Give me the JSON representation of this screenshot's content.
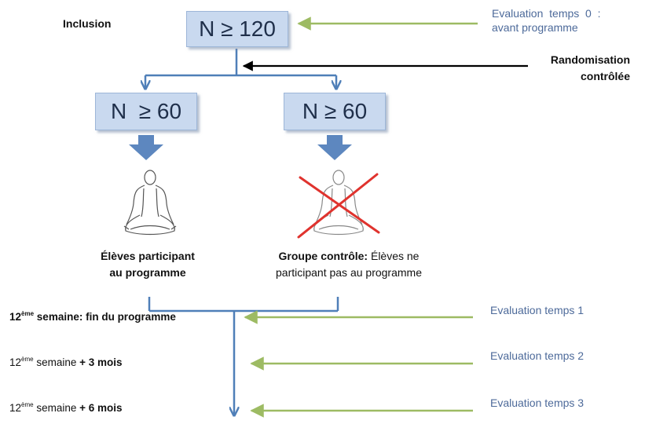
{
  "left_label": "Inclusion",
  "boxes": {
    "top": "N ≥ 120",
    "left": "N  ≥ 60",
    "right": "N ≥ 60"
  },
  "randomisation": {
    "line1": "Randomisation",
    "line2": "contrôlée"
  },
  "eval0": {
    "line1": "Evaluation  temps  0  :",
    "line2": "avant programme"
  },
  "group_left": {
    "line1": "Élèves participant",
    "line2": "au programme"
  },
  "group_right": {
    "bold": "Groupe contrôle:",
    "line1_rest": " Élèves ne",
    "line2": "participant pas au programme"
  },
  "timeline": [
    {
      "num": "12",
      "sup": "ème",
      "text": " semaine: fin du programme",
      "bold_all": true,
      "eval": "Evaluation temps 1"
    },
    {
      "num": "12",
      "sup": "ème",
      "text": " semaine",
      "bold_part": " + 3 mois",
      "eval": "Evaluation temps 2"
    },
    {
      "num": "12",
      "sup": "ème",
      "text": " semaine",
      "bold_part": " + 6 mois",
      "eval": "Evaluation temps 3"
    }
  ],
  "colors": {
    "box_fill": "#c9d9ef",
    "blue_line": "#4f7fb8",
    "green_arrow": "#9dbb63",
    "black_arrow": "#000000",
    "red_cross": "#e0332e",
    "label_blue": "#4d6a9a"
  },
  "icons": {
    "meditation_left": "meditating-person-icon",
    "meditation_right": "meditating-person-crossed-icon"
  }
}
